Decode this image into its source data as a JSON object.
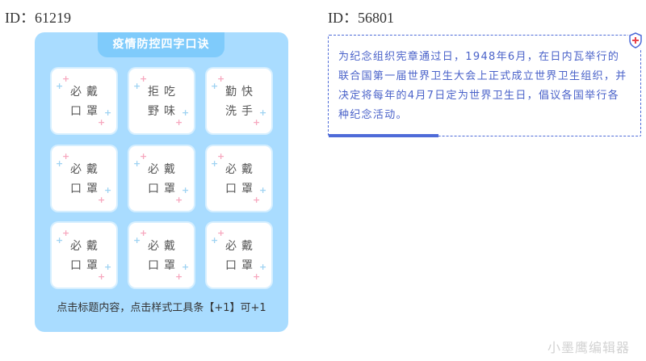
{
  "left_id": "ID：61219",
  "right_id": "ID：56801",
  "card": {
    "title": "疫情防控四字口诀",
    "tiles": [
      {
        "line1": "必戴",
        "line2": "口罩"
      },
      {
        "line1": "拒吃",
        "line2": "野味"
      },
      {
        "line1": "勤快",
        "line2": "洗手"
      },
      {
        "line1": "必戴",
        "line2": "口罩"
      },
      {
        "line1": "必戴",
        "line2": "口罩"
      },
      {
        "line1": "必戴",
        "line2": "口罩"
      },
      {
        "line1": "必戴",
        "line2": "口罩"
      },
      {
        "line1": "必戴",
        "line2": "口罩"
      },
      {
        "line1": "必戴",
        "line2": "口罩"
      }
    ],
    "footer": "点击标题内容，点击样式工具条【+1】可+1"
  },
  "notice": {
    "text": "为纪念组织宪章通过日，1948年6月，在日内瓦举行的联合国第一届世界卫生大会上正式成立世界卫生组织，并决定将每年的4月7日定为世界卫生日，倡议各国举行各种纪念活动。"
  },
  "watermark": "小墨鹰编辑器",
  "colors": {
    "card_bg": "#a9dcff",
    "title_bg": "#7fcbfb",
    "notice_accent": "#4e6bd8"
  },
  "icons": [
    "sparkle-icon",
    "shield-plus-icon"
  ]
}
